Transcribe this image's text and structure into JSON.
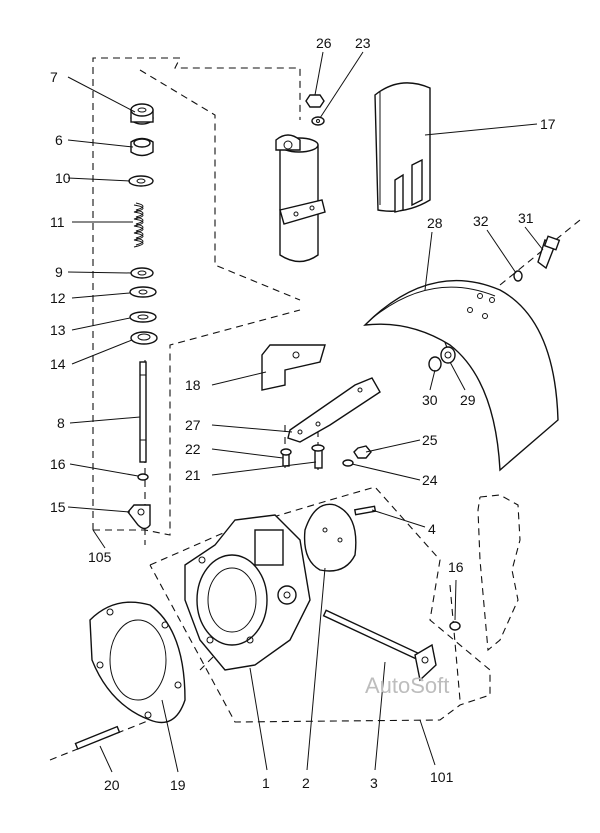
{
  "watermark": "AutoSoft",
  "callouts": [
    {
      "id": "c1",
      "label": "1"
    },
    {
      "id": "c2",
      "label": "2"
    },
    {
      "id": "c3",
      "label": "3"
    },
    {
      "id": "c4",
      "label": "4"
    },
    {
      "id": "c6",
      "label": "6"
    },
    {
      "id": "c7",
      "label": "7"
    },
    {
      "id": "c8",
      "label": "8"
    },
    {
      "id": "c9",
      "label": "9"
    },
    {
      "id": "c10",
      "label": "10"
    },
    {
      "id": "c11",
      "label": "11"
    },
    {
      "id": "c12",
      "label": "12"
    },
    {
      "id": "c13",
      "label": "13"
    },
    {
      "id": "c14",
      "label": "14"
    },
    {
      "id": "c15",
      "label": "15"
    },
    {
      "id": "c16a",
      "label": "16"
    },
    {
      "id": "c16b",
      "label": "16"
    },
    {
      "id": "c17",
      "label": "17"
    },
    {
      "id": "c18",
      "label": "18"
    },
    {
      "id": "c19",
      "label": "19"
    },
    {
      "id": "c20",
      "label": "20"
    },
    {
      "id": "c21",
      "label": "21"
    },
    {
      "id": "c22",
      "label": "22"
    },
    {
      "id": "c23",
      "label": "23"
    },
    {
      "id": "c24",
      "label": "24"
    },
    {
      "id": "c25",
      "label": "25"
    },
    {
      "id": "c26",
      "label": "26"
    },
    {
      "id": "c27",
      "label": "27"
    },
    {
      "id": "c28",
      "label": "28"
    },
    {
      "id": "c29",
      "label": "29"
    },
    {
      "id": "c30",
      "label": "30"
    },
    {
      "id": "c31",
      "label": "31"
    },
    {
      "id": "c32",
      "label": "32"
    },
    {
      "id": "c101",
      "label": "101"
    },
    {
      "id": "c105",
      "label": "105"
    }
  ]
}
